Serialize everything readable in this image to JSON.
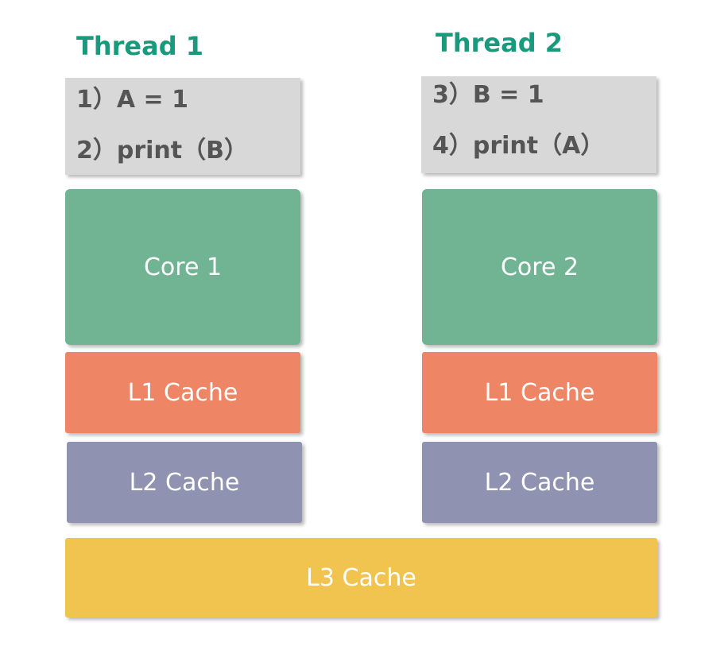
{
  "threads": [
    {
      "title": "Thread 1",
      "lines": [
        "1）A = 1",
        "2）print（B）"
      ],
      "core": "Core 1",
      "l1": "L1 Cache",
      "l2": "L2 Cache"
    },
    {
      "title": "Thread 2",
      "lines": [
        "3）B = 1",
        "4）print（A）"
      ],
      "core": "Core 2",
      "l1": "L1 Cache",
      "l2": "L2 Cache"
    }
  ],
  "shared": {
    "l3": "L3 Cache"
  },
  "colors": {
    "title": "#1a9a7c",
    "code_bg": "#d8d8d8",
    "core": "#71b493",
    "l1": "#ee8564",
    "l2": "#8f92b0",
    "l3": "#f1c44f"
  }
}
